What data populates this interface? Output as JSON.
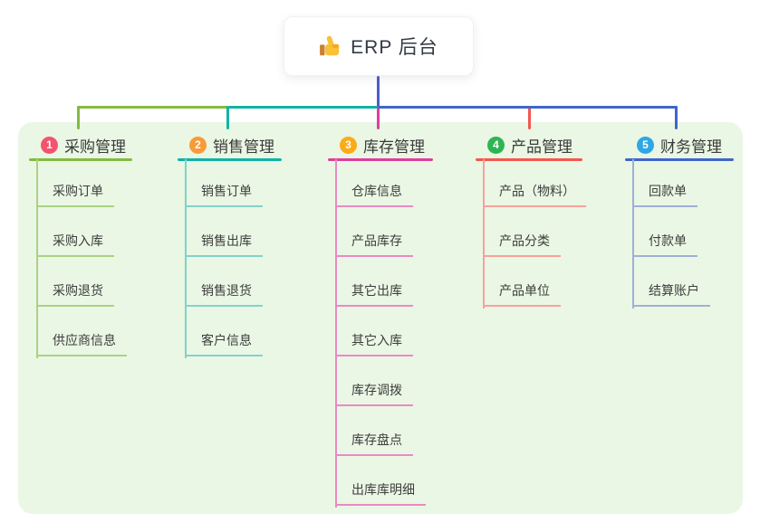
{
  "root": {
    "title": "ERP 后台",
    "icon": "thumbs-up-icon"
  },
  "colors": {
    "page_background": "#ffffff",
    "panel_background": "#eaf7e4",
    "root_connector": "#4a5ed0",
    "text_dark": "#3a3a3a"
  },
  "branches": [
    {
      "badge": "1",
      "label": "采购管理",
      "badge_color": "#f4536e",
      "main_color": "#82bb42",
      "light_color": "#abd284",
      "children": [
        "采购订单",
        "采购入库",
        "采购退货",
        "供应商信息"
      ]
    },
    {
      "badge": "2",
      "label": "销售管理",
      "badge_color": "#f79b38",
      "main_color": "#10b3a6",
      "light_color": "#82d2ca",
      "children": [
        "销售订单",
        "销售出库",
        "销售退货",
        "客户信息"
      ]
    },
    {
      "badge": "3",
      "label": "库存管理",
      "badge_color": "#fbab19",
      "main_color": "#e03e9d",
      "light_color": "#ea8ac4",
      "children": [
        "仓库信息",
        "产品库存",
        "其它出库",
        "其它入库",
        "库存调拨",
        "库存盘点",
        "出库库明细"
      ]
    },
    {
      "badge": "4",
      "label": "产品管理",
      "badge_color": "#2eb553",
      "main_color": "#f4574d",
      "light_color": "#f7a19b",
      "children": [
        "产品（物料）",
        "产品分类",
        "产品单位"
      ]
    },
    {
      "badge": "5",
      "label": "财务管理",
      "badge_color": "#2fa7e4",
      "main_color": "#3f66c9",
      "light_color": "#9fb0d8",
      "children": [
        "回款单",
        "付款单",
        "结算账户"
      ]
    }
  ]
}
